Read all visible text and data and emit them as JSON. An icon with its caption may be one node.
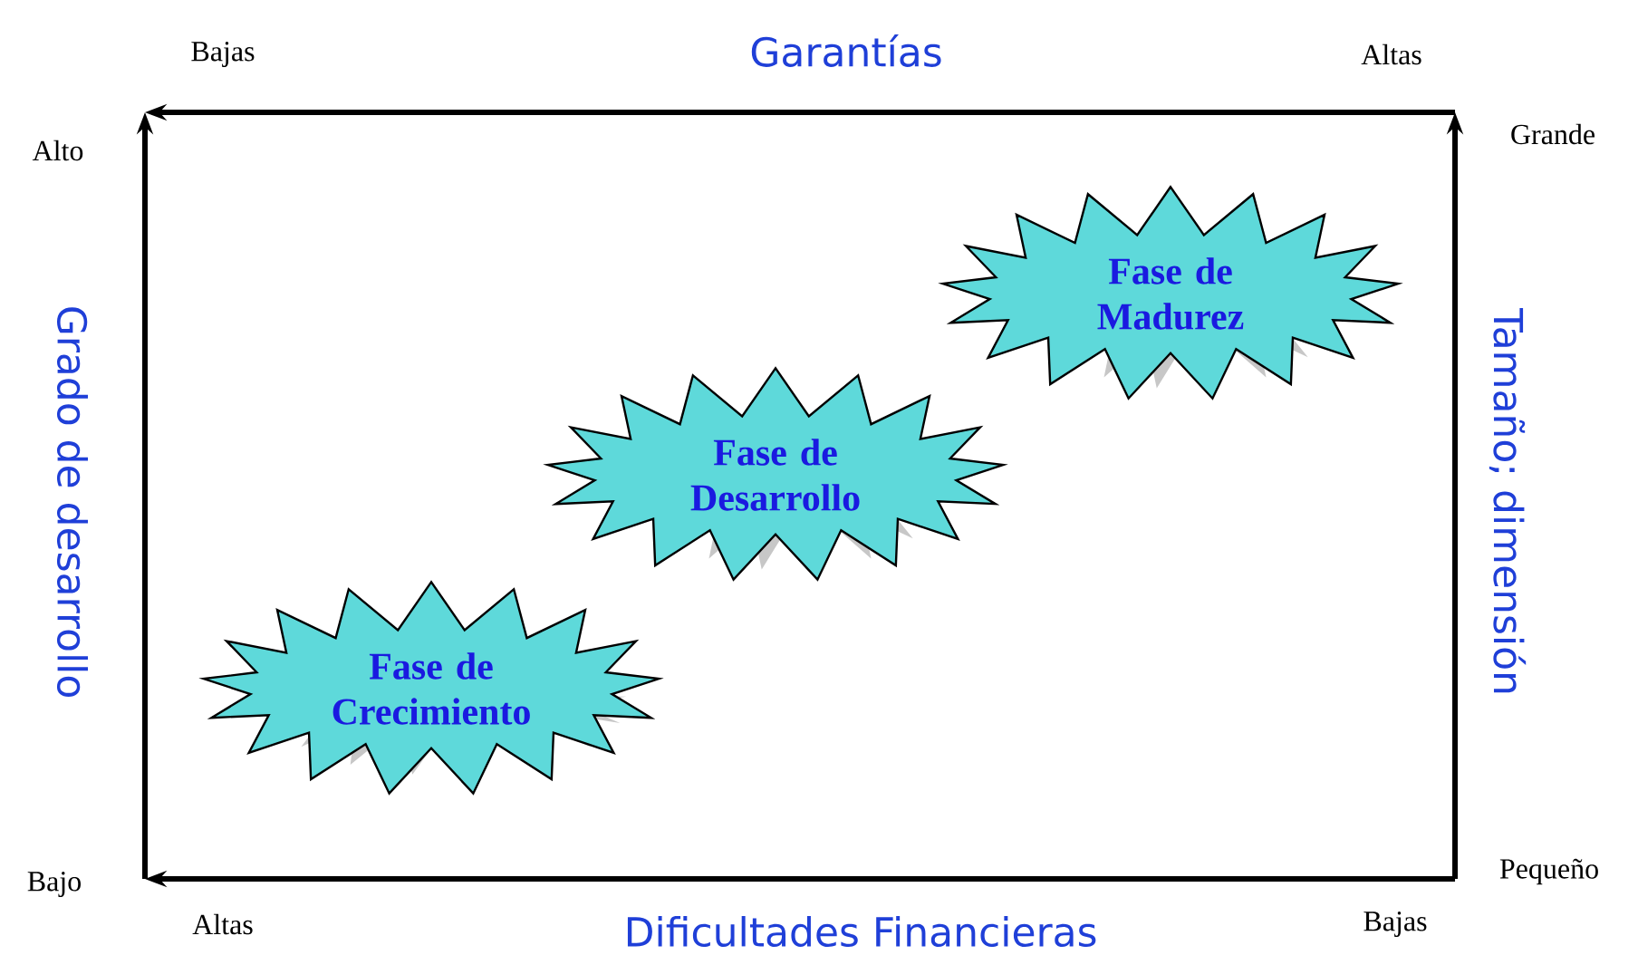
{
  "diagram": {
    "nodes": [
      {
        "text": [
          "Fase de Crecimiento"
        ]
      },
      {
        "text": [
          "Fase de Desarrollo"
        ]
      },
      {
        "text": [
          "Fase de Madurez"
        ]
      }
    ],
    "labels": [
      "Bajas",
      "Garantías",
      "Altas",
      "Alto",
      "Grande",
      "Grado de desarrollo",
      "Tamaño; dimensión",
      "Bajo",
      "Pequeño",
      "Altas",
      "Dificultades Financieras",
      "Bajas"
    ]
  }
}
